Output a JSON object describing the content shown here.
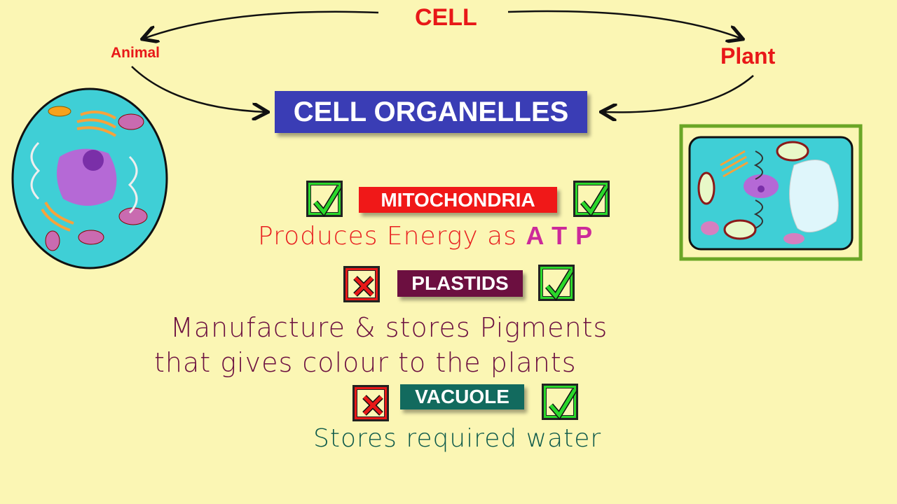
{
  "title": "CELL",
  "left_label": "Animal",
  "right_label": "Plant",
  "banner": "CELL ORGANELLES",
  "organelles": [
    {
      "name": "MITOCHONDRIA",
      "animal": "check",
      "plant": "check",
      "description": "Produces Energy  as",
      "highlight": "A T P"
    },
    {
      "name": "PLASTIDS",
      "animal": "cross",
      "plant": "check",
      "description_line1": "Manufacture & stores Pigments",
      "description_line2": "that gives colour to the plants"
    },
    {
      "name": "VACUOLE",
      "animal": "cross",
      "plant": "check",
      "description": "Stores required water"
    }
  ],
  "colors": {
    "background": "#fbf6b4",
    "red": "#e81818",
    "banner": "#3a3db5",
    "plastids": "#6c0f40",
    "vacuole": "#126a5e",
    "atp": "#cc2a9a"
  }
}
